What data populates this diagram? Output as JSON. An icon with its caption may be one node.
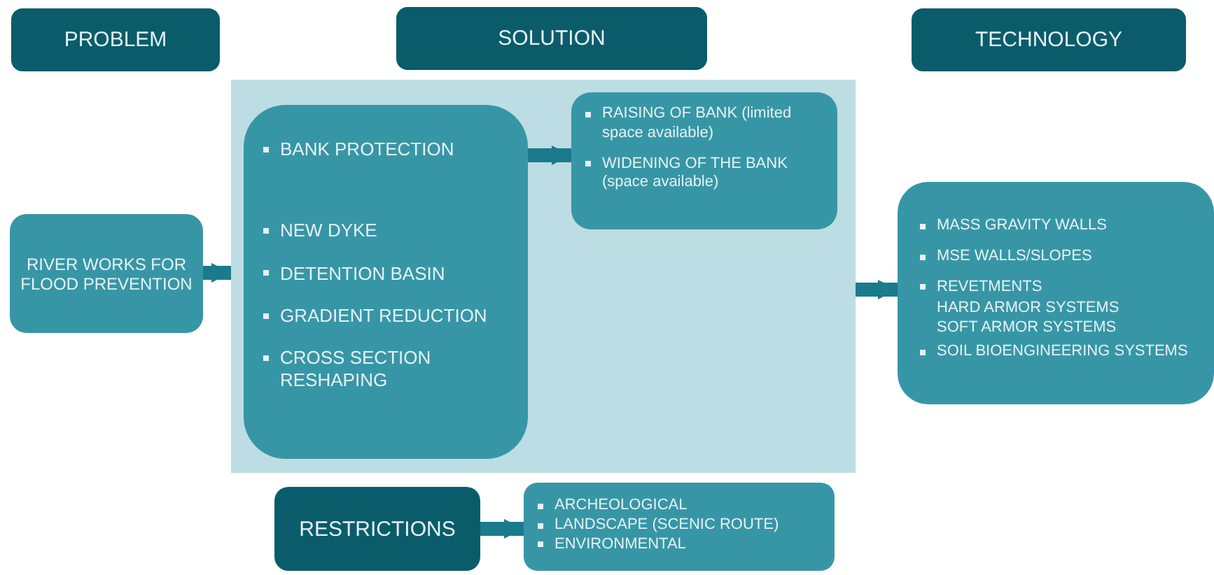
{
  "diagram": {
    "nodes": [
      {
        "text": [
          "PROBLEM"
        ]
      },
      {
        "text": [
          "SOLUTION"
        ]
      },
      {
        "text": [
          "TECHNOLOGY"
        ]
      },
      {
        "text": [
          "RIVER WORKS FOR FLOOD PREVENTION"
        ]
      },
      {
        "text": [],
        "shape": "box"
      },
      {
        "text": [
          "BANK PROTECTION",
          "NEW DYKE",
          "DETENTION BASIN",
          "GRADIENT REDUCTION",
          "CROSS SECTION RESHAPING"
        ],
        "in": 4
      },
      {
        "text": [
          "RAISING OF BANK (limited space available)",
          "WIDENING OF THE BANK (space available)"
        ],
        "in": 4
      },
      {
        "text": [
          "MASS GRAVITY WALLS",
          "MSE WALLS/SLOPES",
          "REVETMENTS",
          "HARD ARMOR SYSTEMS",
          "SOFT ARMOR SYSTEMS",
          "SOIL BIOENGINEERING SYSTEMS"
        ]
      },
      {
        "text": [
          "RESTRICTIONS"
        ]
      },
      {
        "text": [
          "ARCHEOLOGICAL",
          "LANDSCAPE (SCENIC ROUTE)",
          "ENVIRONMENTAL"
        ]
      }
    ],
    "edges": [
      {
        "from": 3,
        "to": 4,
        "arrow": "to"
      },
      {
        "from": 5,
        "to": 6,
        "arrow": "to"
      },
      {
        "from": 4,
        "to": 7,
        "arrow": "to"
      },
      {
        "from": 8,
        "to": 9,
        "arrow": "to"
      }
    ]
  }
}
